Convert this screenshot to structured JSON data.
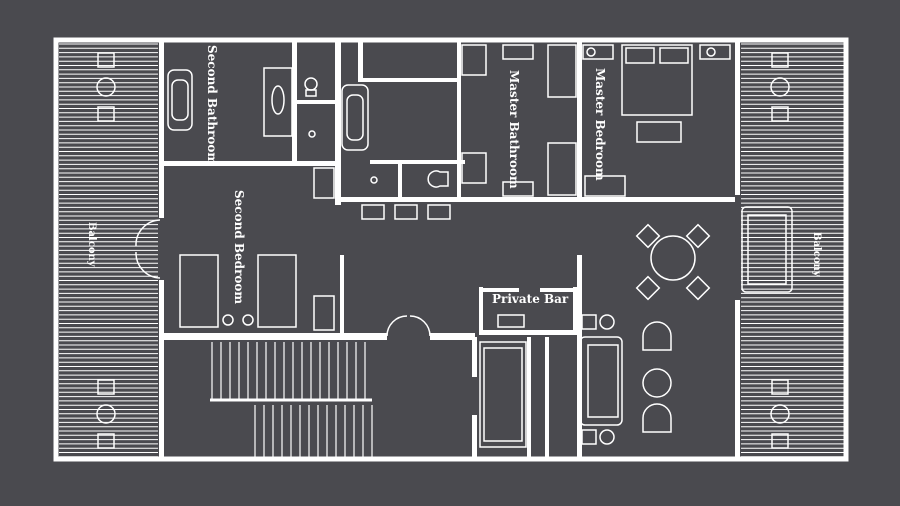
{
  "title": "Floor Plan",
  "colors": {
    "background": "#4a4a4f",
    "lines": "#ffffff"
  },
  "rooms": {
    "second_bathroom": "Second Bathroom",
    "second_bedroom": "Second Bedroom",
    "master_bathroom": "Master Bathroom",
    "master_bedroom": "Master Bedroom",
    "balcony_left": "Balcony",
    "balcony_right": "Balcony",
    "private_bar": "Private Bar"
  }
}
